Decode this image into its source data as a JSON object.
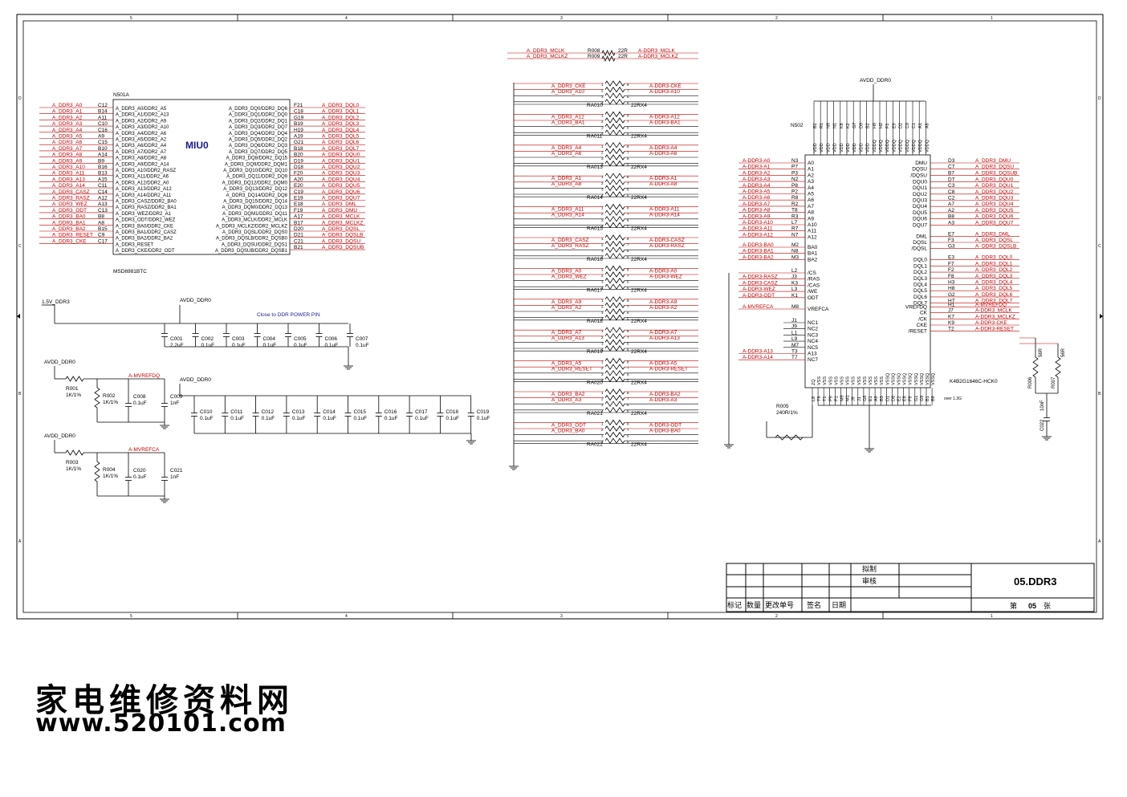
{
  "border": {
    "cols": [
      "5",
      "4",
      "3",
      "2",
      "1"
    ],
    "rows": [
      "D",
      "C",
      "B",
      "A"
    ]
  },
  "chip_left": {
    "ref": "N501A",
    "part": "MSD6981BTC",
    "title": "MIU0",
    "left_nets": [
      "A_DDR3_A0",
      "A_DDR3_A1",
      "A_DDR3_A2",
      "A_DDR3_A3",
      "A_DDR3_A4",
      "A_DDR3_A5",
      "A_DDR3_A6",
      "A_DDR3_A7",
      "A_DDR3_A8",
      "A_DDR3_A9",
      "A_DDR3_A10",
      "A_DDR3_A11",
      "A_DDR3_A13",
      "A_DDR3_A14",
      "A_DDR3_CASZ",
      "A_DDR3_RASZ",
      "A_DDR3_WEZ",
      "A_DDR3_ODT",
      "A_DDR3_BA0",
      "A_DDR3_BA1",
      "A_DDR3_BA2",
      "A_DDR3_RESET",
      "A_DDR3_CKE"
    ],
    "left_balls": [
      "C12",
      "B14",
      "A11",
      "C10",
      "C16",
      "A9",
      "C15",
      "B10",
      "A14",
      "B9",
      "B16",
      "B13",
      "A15",
      "C11",
      "C14",
      "A12",
      "A13",
      "C13",
      "B8",
      "A8",
      "B15",
      "C9",
      "C17"
    ],
    "left_pins": [
      "A_DDR3_A0/DDR2_A5",
      "A_DDR3_A1/DDR2_A13",
      "A_DDR3_A2/DDR2_A9",
      "A_DDR3_A3/DDR2_A10",
      "A_DDR3_A4/DDR2_A6",
      "A_DDR3_A5/DDR2_A2",
      "A_DDR3_A6/DDR2_A4",
      "A_DDR3_A7/DDR2_A7",
      "A_DDR3_A8/DDR2_A8",
      "A_DDR3_A9/DDR2_A14",
      "A_DDR3_A10/DDR2_RASZ",
      "A_DDR3_A11/DDR2_A6",
      "A_DDR3_A12/DDR2_A0",
      "A_DDR3_A13/DDR2_A12",
      "A_DDR3_A14/DDR2_A11",
      "A_DDR3_CASZ/DDR2_BA0",
      "A_DDR3_RASZ/DDR2_BA1",
      "A_DDR3_WEZ/DDR2_A1",
      "A_DDR3_ODT/DDR2_WEZ",
      "A_DDR3_BA0/DDR2_CKE",
      "A_DDR3_BA1/DDR2_CASZ",
      "A_DDR3_BA2/DDR2_BA2",
      "A_DDR3_RESET",
      "A_DDR3_CKE/DDR2_ODT"
    ],
    "right_pins": [
      "A_DDR3_DQ0/DDR2_DQ6",
      "A_DDR3_DQ1/DDR2_DQ0",
      "A_DDR3_DQ2/DDR2_DQ1",
      "A_DDR3_DQ3/DDR2_DQ7",
      "A_DDR3_DQ4/DDR2_DQ4",
      "A_DDR3_DQ5/DDR2_DQ2",
      "A_DDR3_DQ6/DDR2_DQ3",
      "A_DDR3_DQ7/DDR2_DQ5",
      "A_DDR3_DQ8/DDR2_DQ15",
      "A_DDR3_DQ9/DDR2_DQM1",
      "A_DDR3_DQ10/DDR2_DQ10",
      "A_DDR3_DQ11/DDR2_DQ9",
      "A_DDR3_DQ12/DDR2_DQM0",
      "A_DDR3_DQ13/DDR2_DQ12",
      "A_DDR3_DQ14/DDR2_DQ8",
      "A_DDR3_DQ15/DDR2_DQ14",
      "A_DDR3_DQM0/DDR2_DQ13",
      "A_DDR3_DQM1/DDR2_DQ11",
      "A_DDR3_MCLK/DDR2_MCLK",
      "A_DDR3_MCLKZ/DDR2_MCLKZ",
      "A_DDR3_DQSL/DDR2_DQS0",
      "A_DDR3_DQSLB/DDR2_DQSB0",
      "A_DDR3_DQSU/DDR2_DQS1",
      "A_DDR3_DQSUB/DDR2_DQSB1"
    ],
    "right_balls": [
      "F21",
      "C18",
      "G19",
      "B19",
      "H19",
      "A19",
      "G21",
      "B18",
      "B20",
      "D19",
      "D18",
      "F20",
      "A20",
      "E20",
      "C19",
      "E19",
      "E18",
      "F19",
      "A17",
      "B17",
      "D20",
      "D21",
      "C21",
      "B21"
    ],
    "right_nets": [
      "A_DDR3_DQL0",
      "A_DDR3_DQL1",
      "A_DDR3_DQL2",
      "A_DDR3_DQL3",
      "A_DDR3_DQL4",
      "A_DDR3_DQL5",
      "A_DDR3_DQL6",
      "A_DDR3_DQL7",
      "A_DDR3_DQU0",
      "A_DDR3_DQU1",
      "A_DDR3_DQU2",
      "A_DDR3_DQU3",
      "A_DDR3_DQU4",
      "A_DDR3_DQU5",
      "A_DDR3_DQU6",
      "A_DDR3_DQU7",
      "A_DDR3_DML",
      "A_DDR3_DMU",
      "A_DDR3_MCLK",
      "A_DDR3_MCLKZ",
      "A_DDR3_DQSL",
      "A_DDR3_DQSLB",
      "A_DDR3_DQSU",
      "A_DDR3_DQSUB"
    ]
  },
  "power_caps": {
    "net": "1.5V_DDR3",
    "avdd": "AVDD_DDR0",
    "note": "Close to DDR POWER PIN",
    "row1": [
      [
        "C001",
        "2.2uF"
      ],
      [
        "C002",
        "0.1uF"
      ],
      [
        "C003",
        "0.1uF"
      ],
      [
        "C004",
        "0.1uF"
      ],
      [
        "C005",
        "0.1uF"
      ],
      [
        "C006",
        "0.1uF"
      ],
      [
        "C007",
        "0.1uF"
      ]
    ],
    "avdd2": "AVDD_DDR0",
    "row2": [
      [
        "C010",
        "0.1uF"
      ],
      [
        "C011",
        "0.1uF"
      ],
      [
        "C012",
        "0.1uF"
      ],
      [
        "C013",
        "0.1uF"
      ],
      [
        "C014",
        "0.1uF"
      ],
      [
        "C015",
        "0.1uF"
      ],
      [
        "C016",
        "0.1uF"
      ],
      [
        "C017",
        "0.1uF"
      ],
      [
        "C018",
        "0.1uF"
      ],
      [
        "C019",
        "0.1uF"
      ]
    ]
  },
  "vref1": {
    "src": "AVDD_DDR0",
    "net": "A-MVREFDQ",
    "r1": "R001",
    "r1v": "1K/1%",
    "r2": "R002",
    "r2v": "1K/1%",
    "c1": "C008",
    "c1v": "0.1uF",
    "c2": "C009",
    "c2v": "1nF"
  },
  "vref2": {
    "src": "AVDD_DDR0",
    "net": "A-MVREFCA",
    "r1": "R003",
    "r1v": "1K/1%",
    "r2": "R004",
    "r2v": "1K/1%",
    "c1": "C020",
    "c1v": "0.1uF",
    "c2": "C021",
    "c2v": "1nF"
  },
  "clk_res": [
    {
      "in": "A_DDR3_MCLK",
      "ref": "R008",
      "val": "22R",
      "out": "A-DDR3_MCLK"
    },
    {
      "in": "A_DDR3_MCLKZ",
      "ref": "R009",
      "val": "22R",
      "out": "A-DDR3_MCLKZ"
    }
  ],
  "rnets": [
    {
      "ref": "RA010",
      "val": "22RX4",
      "in": [
        "A_DDR3_CKE",
        "A_DDR3_A10"
      ],
      "out": [
        "A-DDR3-CKE",
        "A-DDR3-A10"
      ]
    },
    {
      "ref": "RA011",
      "val": "22RX4",
      "in": [
        "A_DDR3_A12",
        "A_DDR3_BA1"
      ],
      "out": [
        "A-DDR3-A12",
        "A-DDR3-BA1"
      ]
    },
    {
      "ref": "RA013",
      "val": "22RX4",
      "in": [
        "A_DDR3_A4",
        "A_DDR3_A6"
      ],
      "out": [
        "A-DDR3-A4",
        "A-DDR3-A6"
      ]
    },
    {
      "ref": "RA014",
      "val": "22RX4",
      "in": [
        "A_DDR3_A1",
        "A_DDR3_A8"
      ],
      "out": [
        "A-DDR3-A1",
        "A-DDR3-A8"
      ]
    },
    {
      "ref": "RA015",
      "val": "22RX4",
      "in": [
        "A_DDR3_A11",
        "A_DDR3_A14"
      ],
      "out": [
        "A-DDR3-A11",
        "A-DDR3-A14"
      ]
    },
    {
      "ref": "RA016",
      "val": "22RX4",
      "in": [
        "A_DDR3_CASZ",
        "A_DDR3_RASZ"
      ],
      "out": [
        "A-DDR3-CASZ",
        "A-DDR3-RASZ"
      ]
    },
    {
      "ref": "RA017",
      "val": "22RX4",
      "in": [
        "A_DDR3_A0",
        "A_DDR3_WEZ"
      ],
      "out": [
        "A-DDR3-A0",
        "A-DDR3-WEZ"
      ]
    },
    {
      "ref": "RA018",
      "val": "22RX4",
      "in": [
        "A_DDR3_A9",
        "A_DDR3_A2"
      ],
      "out": [
        "A-DDR3-A9",
        "A-DDR3-A2"
      ]
    },
    {
      "ref": "RA019",
      "val": "22RX4",
      "in": [
        "A_DDR3_A7",
        "A_DDR3_A13"
      ],
      "out": [
        "A-DDR3-A7",
        "A-DDR3-A13"
      ]
    },
    {
      "ref": "RA020",
      "val": "22RX4",
      "in": [
        "A_DDR3_A5",
        "A_DDR3_RESET"
      ],
      "out": [
        "A-DDR3-A5",
        "A-DDR3-RESET"
      ]
    },
    {
      "ref": "RA021",
      "val": "22RX4",
      "in": [
        "A_DDR3_BA2",
        "A_DDR3_A3"
      ],
      "out": [
        "A-DDR3-BA2",
        "A-DDR3-A3"
      ]
    },
    {
      "ref": "RA022",
      "val": "22RX4",
      "in": [
        "A_DDR3_ODT",
        "A_DDR3_BA0"
      ],
      "out": [
        "A-DDR3-ODT",
        "A-DDR3-BA0"
      ]
    }
  ],
  "chip_right": {
    "ref": "N502",
    "part": "K4B2G1646C-HCK0",
    "avdd": "AVDD_DDR0",
    "note": "over 1.3G",
    "top_pins": [
      "VDD",
      "VDD",
      "VDD",
      "VDD",
      "VDD",
      "VDD",
      "VDD",
      "VDD",
      "VDD",
      "VDDQ",
      "VDDQ",
      "VDDQ",
      "VDDQ",
      "VDDQ",
      "VDDQ",
      "VDDQ",
      "VDDQ",
      "VDDQ"
    ],
    "top_balls": [
      "B2",
      "R1",
      "N9",
      "N1",
      "K8",
      "K2",
      "G7",
      "D9",
      "B2",
      "H9",
      "H2",
      "F1",
      "E9",
      "D2",
      "C9",
      "C1",
      "A1",
      "A8"
    ],
    "bottom_pins": [
      "ZQ",
      "VSS",
      "VSS",
      "VSS",
      "VSS",
      "VSS",
      "VSS",
      "VSS",
      "VSS",
      "VSS",
      "VSS",
      "VSS",
      "VSS",
      "VSSQ",
      "VSSQ",
      "VSSQ",
      "VSSQ",
      "VSSQ",
      "VSSQ",
      "VSSQ",
      "VSSQ",
      "VSSQ"
    ],
    "bottom_balls": [
      "L8",
      "T9",
      "T1",
      "P9",
      "P1",
      "M9",
      "M1",
      "J9",
      "J1",
      "G8",
      "E1",
      "A9",
      "B3",
      "D1",
      "D8",
      "E2",
      "E8",
      "F9",
      "G1",
      "G9",
      "B1",
      "B9"
    ],
    "left_addr_nets": [
      "A-DDR3-A0",
      "A-DDR3-A1",
      "A-DDR3-A2",
      "A-DDR3-A3",
      "A-DDR3-A4",
      "A-DDR3-A5",
      "A-DDR3-A6",
      "A-DDR3-A7",
      "A-DDR3-A8",
      "A-DDR3-A9",
      "A-DDR3-A10",
      "A-DDR3-A11",
      "A-DDR3-A12"
    ],
    "left_addr_balls": [
      "N3",
      "P7",
      "P3",
      "N2",
      "P8",
      "P2",
      "R8",
      "R2",
      "T8",
      "R3",
      "L7",
      "R7",
      "N7"
    ],
    "left_addr_pins": [
      "A0",
      "A1",
      "A2",
      "A3",
      "A4",
      "A5",
      "A6",
      "A7",
      "A8",
      "A9",
      "A10",
      "A11",
      "A12"
    ],
    "ba_nets": [
      "A-DDR3-BA0",
      "A-DDR3-BA1",
      "A-DDR3-BA2"
    ],
    "ba_balls": [
      "M2",
      "N8",
      "M3"
    ],
    "ba_pins": [
      "BA0",
      "BA1",
      "BA2"
    ],
    "ctl_nets": [
      "",
      "A-DDR3-RASZ",
      "A-DDR3-CASZ",
      "A-DDR3-WEZ",
      "A-DDR3-ODT"
    ],
    "ctl_balls": [
      "L2",
      "J3",
      "K3",
      "L3",
      "K1"
    ],
    "ctl_pins": [
      "/CS",
      "/RAS",
      "/CAS",
      "/WE",
      "ODT"
    ],
    "vref_net": "A-MVREFCA",
    "vref_ball": "M8",
    "vref_pin": "VREFCA",
    "nc_balls": [
      "J1",
      "J9",
      "L1",
      "L9",
      "M7",
      "T3",
      "T7"
    ],
    "nc_pins": [
      "NC1",
      "NC2",
      "NC3",
      "NC4",
      "NC5",
      "A13",
      "NC7"
    ],
    "nc_nets": [
      "",
      "",
      "",
      "",
      "",
      "A-DDR3-A13",
      "A-DDR3-A14"
    ],
    "right_groups": [
      {
        "pins": [
          "DMU",
          "DQSU",
          "/DQSU"
        ],
        "balls": [
          "D3",
          "C7",
          "B7"
        ],
        "nets": [
          "A_DDR3_DMU",
          "A_DDR3_DQSU",
          "A_DDR3_DQSUB"
        ]
      },
      {
        "pins": [
          "DQU0",
          "DQU1",
          "DQU2",
          "DQU3",
          "DQU4",
          "DQU5",
          "DQU6",
          "DQU7"
        ],
        "balls": [
          "D7",
          "C3",
          "C8",
          "C2",
          "A7",
          "A2",
          "B8",
          "A3"
        ],
        "nets": [
          "A_DDR3_DQU0",
          "A_DDR3_DQU1",
          "A_DDR3_DQU2",
          "A_DDR3_DQU3",
          "A_DDR3_DQU4",
          "A_DDR3_DQU5",
          "A_DDR3_DQU6",
          "A_DDR3_DQU7"
        ]
      },
      {
        "pins": [
          "DML",
          "DQSL",
          "/DQSL"
        ],
        "balls": [
          "E7",
          "F3",
          "G3"
        ],
        "nets": [
          "A_DDR3_DML",
          "A_DDR3_DQSL",
          "A_DDR3_DQSLB"
        ]
      },
      {
        "pins": [
          "DQL0",
          "DQL1",
          "DQL2",
          "DQL3",
          "DQL4",
          "DQL5",
          "DQL6",
          "DQL7"
        ],
        "balls": [
          "E3",
          "F7",
          "F2",
          "F8",
          "H3",
          "H8",
          "G2",
          "H7"
        ],
        "nets": [
          "A_DDR3_DQL0",
          "A_DDR3_DQL1",
          "A_DDR3_DQL2",
          "A_DDR3_DQL3",
          "A_DDR3_DQL4",
          "A_DDR3_DQL5",
          "A_DDR3_DQL6",
          "A_DDR3_DQL7"
        ]
      },
      {
        "pins": [
          "VREFDQ"
        ],
        "balls": [
          "H1"
        ],
        "nets": [
          "A-MVREFDQ"
        ]
      },
      {
        "pins": [
          "CK",
          "/CK",
          "CKE",
          "/RESET"
        ],
        "balls": [
          "J7",
          "K7",
          "K9",
          "T2"
        ],
        "nets": [
          "A-DDR3_MCLK",
          "A-DDR3_MCLKZ",
          "A-DDR3-CKE",
          "A-DDR3-RESET"
        ]
      }
    ],
    "r005": "R005",
    "r005v": "240R/1%",
    "r006": "R006",
    "r006v": "56R",
    "r007": "R007",
    "r007v": "56R",
    "c022": "C022",
    "c022v": "10nF"
  },
  "title_block": {
    "drawn": "拟制",
    "review": "审核",
    "title": "05.DDR3",
    "sheet_prefix": "第",
    "sheet_no": "05",
    "sheet_suffix": "张",
    "h1": "标记",
    "h2": "数量",
    "h3": "更改单号",
    "h4": "签名",
    "h5": "日期"
  },
  "watermark": {
    "line1": "家电维修资料网",
    "line2": "www.520101.com"
  }
}
